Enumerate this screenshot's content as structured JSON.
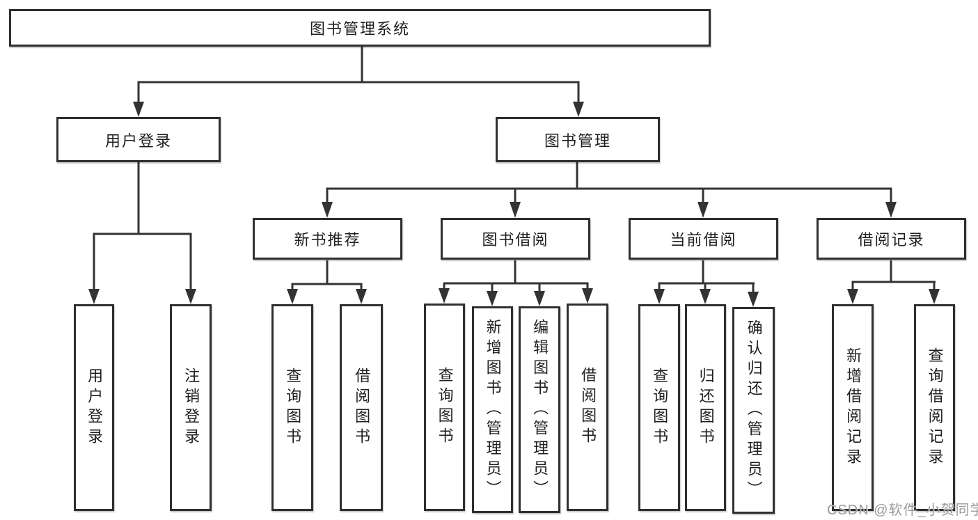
{
  "diagram": {
    "watermark": "CSDN @软件_小贺同学",
    "colors": {
      "line": "#333333",
      "box_border": "#2f2f2f",
      "text": "#1f1f1f",
      "watermark": "#9b9b9b",
      "background": "#ffffff"
    },
    "tree": {
      "label": "图书管理系统",
      "children": [
        {
          "label": "用户登录",
          "children": [
            {
              "label": "用户登录"
            },
            {
              "label": "注销登录"
            }
          ]
        },
        {
          "label": "图书管理",
          "children": [
            {
              "label": "新书推荐",
              "children": [
                {
                  "label": "查询图书"
                },
                {
                  "label": "借阅图书"
                }
              ]
            },
            {
              "label": "图书借阅",
              "children": [
                {
                  "label": "查询图书"
                },
                {
                  "label": "新增图书（管理员）"
                },
                {
                  "label": "编辑图书（管理员）"
                },
                {
                  "label": "借阅图书"
                }
              ]
            },
            {
              "label": "当前借阅",
              "children": [
                {
                  "label": "查询图书"
                },
                {
                  "label": "归还图书"
                },
                {
                  "label": "确认归还（管理员）"
                }
              ]
            },
            {
              "label": "借阅记录",
              "children": [
                {
                  "label": "新增借阅记录"
                },
                {
                  "label": "查询借阅记录"
                }
              ]
            }
          ]
        }
      ]
    }
  }
}
